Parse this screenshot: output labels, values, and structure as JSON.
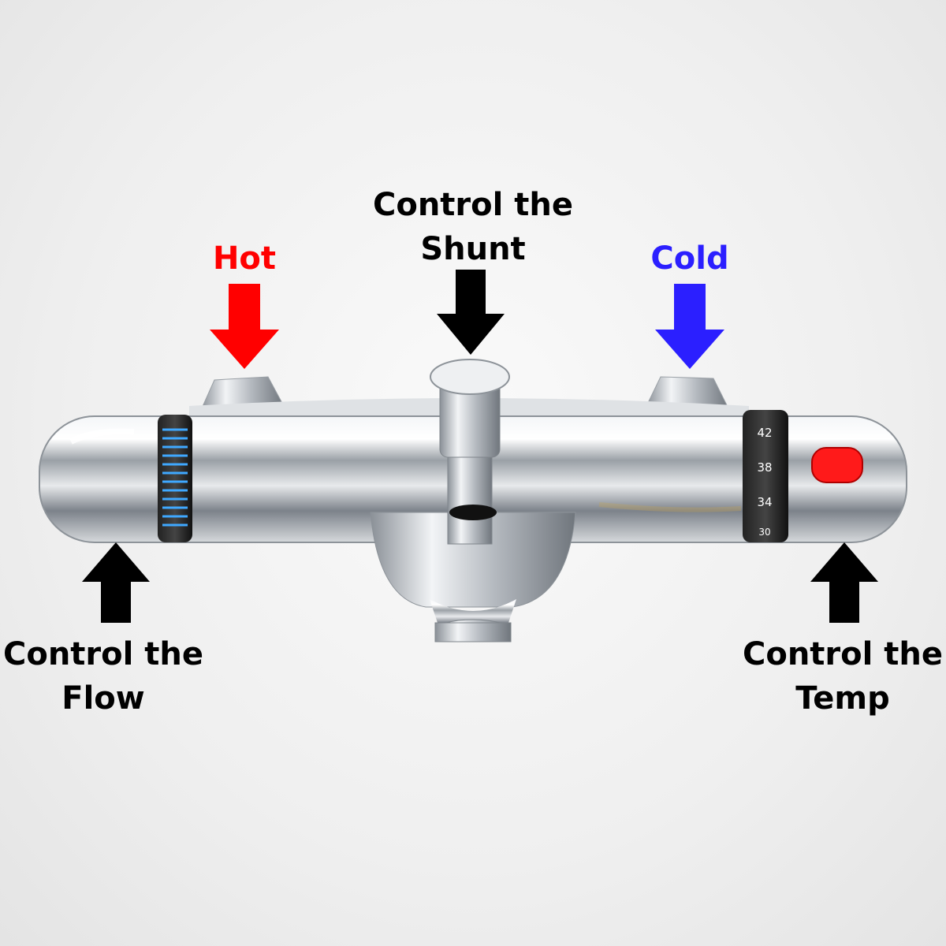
{
  "labels": {
    "hot": "Hot",
    "cold": "Cold",
    "shunt": {
      "line1": "Control the",
      "line2": "Shunt"
    },
    "flow": {
      "line1": "Control the",
      "line2": "Flow"
    },
    "temp": {
      "line1": "Control the",
      "line2": "Temp"
    }
  },
  "dial_numbers": [
    "42",
    "38",
    "34",
    "30"
  ],
  "colors": {
    "hot": "#ff0000",
    "cold": "#2b1fff",
    "arrow": "#000000",
    "chrome": "#c9ccd0",
    "button": "#ff1a1a"
  }
}
